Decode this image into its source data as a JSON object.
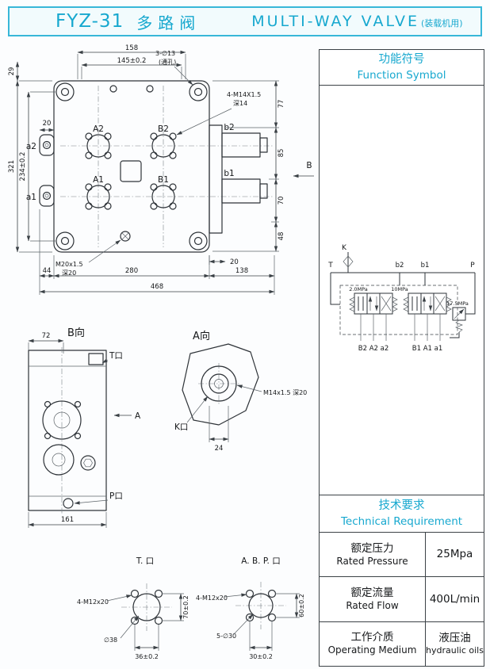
{
  "header": {
    "model": "FYZ-31",
    "title_cn": "多路阀",
    "title_en": "MULTI-WAY  VALVE",
    "subtitle": "(装载机用)"
  },
  "main_view": {
    "dims": {
      "top1": "158",
      "top2": "145±0.2",
      "left1": "29",
      "left2": "321",
      "left3": "234±0.2",
      "left4": "20",
      "right1": "77",
      "right2": "85",
      "right3": "70",
      "right4": "48",
      "right5": "20",
      "bottom1": "44",
      "bottom2": "280",
      "bottom3": "138",
      "bottom4": "468"
    },
    "ports": {
      "a2": "a2",
      "a1": "a1",
      "A2": "A2",
      "B2": "B2",
      "A1": "A1",
      "B1": "B1",
      "b2": "b2",
      "b1": "b1"
    },
    "notes": {
      "holes_1": "3-∅13",
      "holes_2": "(通孔)",
      "m14_1": "4-M14X1.5",
      "m14_2": "深14",
      "m20_1": "M20x1.5",
      "m20_2": "深20",
      "section": "B"
    }
  },
  "view_b": {
    "title": "B向",
    "dim_top": "72",
    "dim_bottom": "161",
    "port_t": "T口",
    "port_p": "P口",
    "section": "A"
  },
  "view_a": {
    "title": "A向",
    "port_k": "K口",
    "note": "M14x1.5 深20",
    "dim": "24"
  },
  "detail_t": {
    "title": "T. 口",
    "dim_side": "70±0.2",
    "bolts": "4-M12x20",
    "dia": "∅38",
    "dim_bottom": "36±0.2"
  },
  "detail_abp": {
    "title": "A. B. P. 口",
    "dim_side": "60±0.2",
    "bolts": "4-M12x20",
    "dia": "5-∅30",
    "dim_bottom": "30±0.2"
  },
  "function_symbol": {
    "title_cn": "功能符号",
    "title_en": "Function Symbol",
    "schematic": {
      "k": "K",
      "t": "T",
      "p": "P",
      "b2": "b2",
      "b1": "b1",
      "press_pilot": "2.0MPa",
      "press_port": "10MPa",
      "press_main": "17.5MPa",
      "group_left": "B2 A2 a2",
      "group_right": "B1 A1 a1"
    }
  },
  "tech_req": {
    "title_cn": "技术要求",
    "title_en": "Technical Requirement",
    "rows": [
      {
        "cn": "额定压力",
        "en": "Rated Pressure",
        "value": "25Mpa",
        "value2": ""
      },
      {
        "cn": "额定流量",
        "en": "Rated Flow",
        "value": "400L/min",
        "value2": ""
      },
      {
        "cn": "工作介质",
        "en": "Operating Medium",
        "value": "液压油",
        "value2": "hydraulic oils"
      }
    ]
  }
}
